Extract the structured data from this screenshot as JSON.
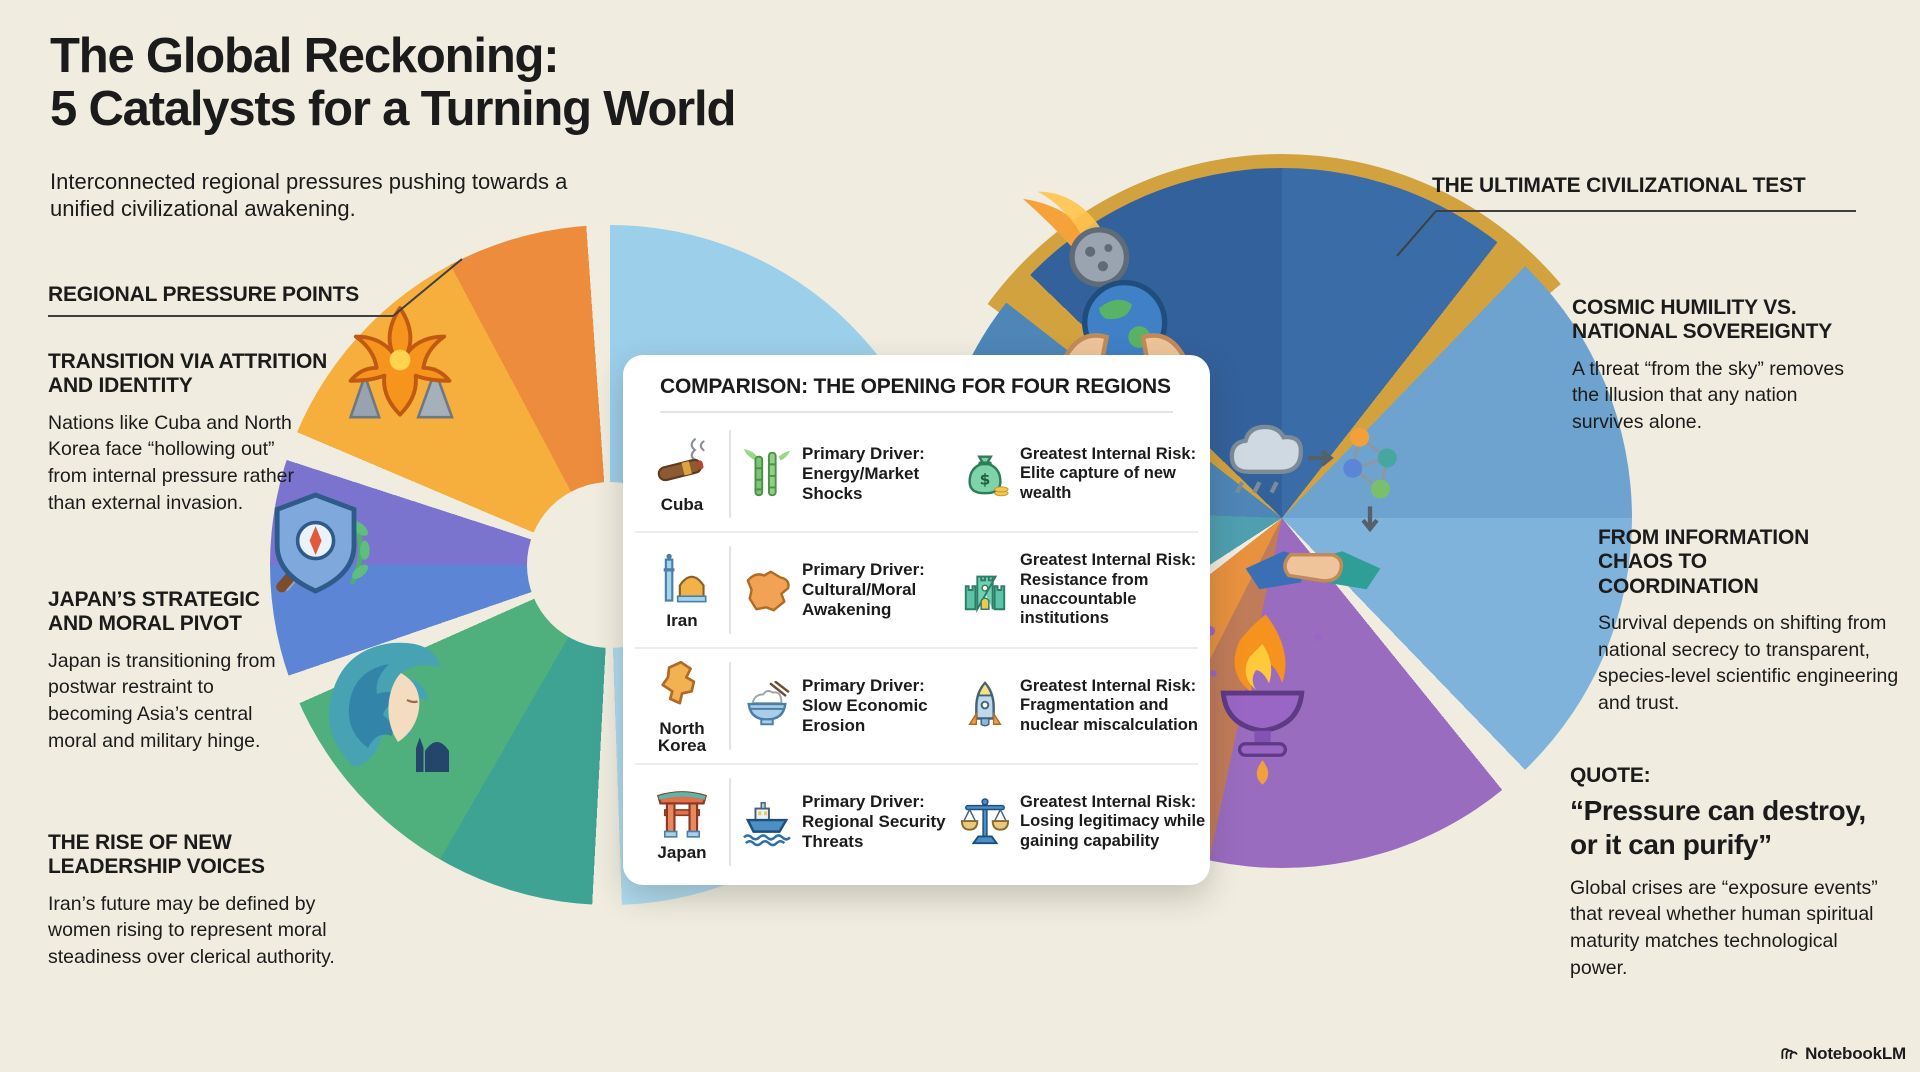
{
  "header": {
    "title_line1": "The Global Reckoning:",
    "title_line2": "5 Catalysts for a Turning World",
    "subtitle": "Interconnected regional pressures pushing towards a unified civilizational awakening."
  },
  "left_panel": {
    "label": "REGIONAL PRESSURE POINTS",
    "sections": [
      {
        "heading": "TRANSITION VIA ATTRITION AND IDENTITY",
        "body": "Nations like Cuba and North Korea face “hollowing out” from internal pressure rather than external invasion."
      },
      {
        "heading": "JAPAN’S STRATEGIC AND MORAL PIVOT",
        "body": "Japan is transitioning from postwar restraint to becoming Asia’s central moral and military hinge."
      },
      {
        "heading": "THE RISE OF NEW LEADERSHIP VOICES",
        "body": "Iran’s future may be defined by women rising to represent moral steadiness over clerical authority."
      }
    ]
  },
  "comparison_card": {
    "title": "COMPARISON: THE OPENING FOR FOUR REGIONS",
    "rows": [
      {
        "region": "Cuba",
        "region_icon": "cigar-icon",
        "driver_label": "Primary Driver:",
        "driver": "Energy/Market Shocks",
        "driver_icon": "sugarcane-icon",
        "risk_label": "Greatest Internal Risk:",
        "risk": "Elite capture of new wealth",
        "risk_icon": "money-bag-icon"
      },
      {
        "region": "Iran",
        "region_icon": "mosque-icon",
        "driver_label": "Primary Driver:",
        "driver": "Cultural/Moral Awakening",
        "driver_icon": "iran-map-icon",
        "risk_label": "Greatest Internal Risk:",
        "risk": "Resistance from unaccountable institutions",
        "risk_icon": "fortress-icon"
      },
      {
        "region": "North Korea",
        "region_icon": "north-korea-map-icon",
        "driver_label": "Primary Driver:",
        "driver": "Slow Economic Erosion",
        "driver_icon": "rice-bowl-icon",
        "risk_label": "Greatest Internal Risk:",
        "risk": "Fragmentation and nuclear miscalculation",
        "risk_icon": "missile-icon"
      },
      {
        "region": "Japan",
        "region_icon": "torii-gate-icon",
        "driver_label": "Primary Driver:",
        "driver": "Regional Security Threats",
        "driver_icon": "ship-icon",
        "risk_label": "Greatest Internal Risk:",
        "risk": "Losing legitimacy while gaining capability",
        "risk_icon": "scales-icon"
      }
    ]
  },
  "right_panel": {
    "label": "THE ULTIMATE CIVILIZATIONAL TEST",
    "sections": [
      {
        "heading": "COSMIC HUMILITY VS. NATIONAL SOVEREIGNTY",
        "body": "A threat “from the sky” removes the illusion that any nation survives alone."
      },
      {
        "heading": "FROM INFORMATION CHAOS TO COORDINATION",
        "body": "Survival depends on shifting from national secrecy to transparent, species-level scientific engineering and trust."
      },
      {
        "heading": "QUOTE:",
        "quote": "“Pressure can destroy, or it can purify”",
        "body": "Global crises are “exposure events” that reveal whether human spiritual maturity matches technological power."
      }
    ]
  },
  "footer": {
    "brand": "NotebookLM"
  },
  "colors": {
    "background": "#F0EDE0",
    "card": "#FFFFFF",
    "text": "#1B1B1B",
    "gold_highlight": "#D2A23E",
    "orange_segment": "#F6AE3C",
    "light_blue_segment": "#9CCFEA",
    "blue_purple_segment": "#5C85D6",
    "teal_green_segment": "#3FA394",
    "dark_blue_segment": "#3A6CA8",
    "purple_segment": "#9A6CC0"
  }
}
